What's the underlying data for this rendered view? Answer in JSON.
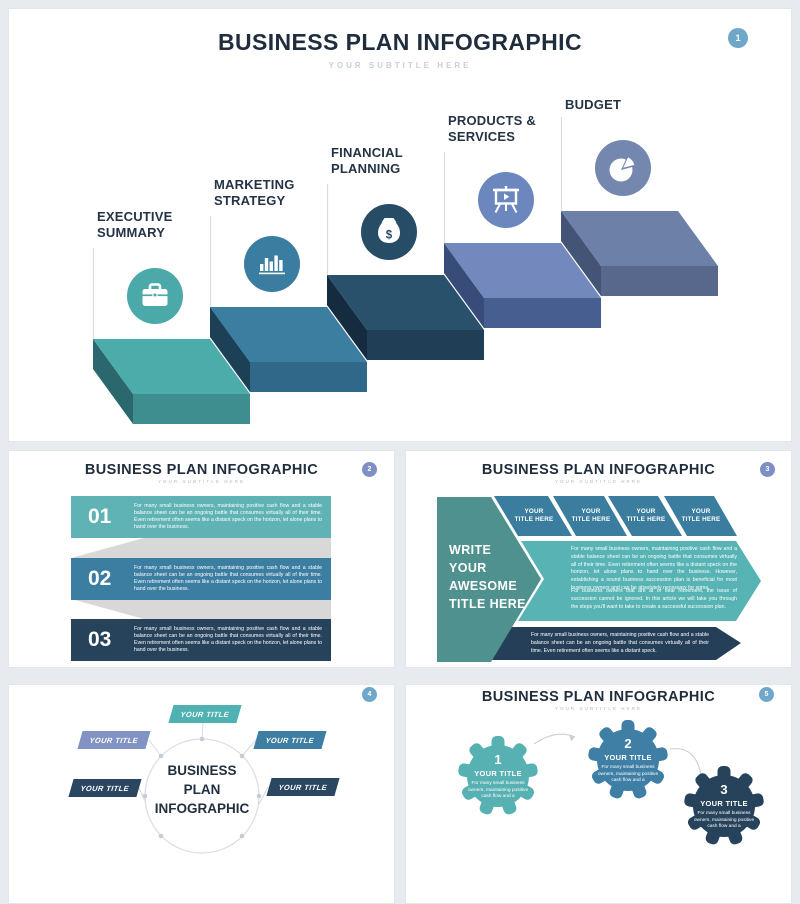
{
  "palette": {
    "teal": "#4BA9A9",
    "teal_light": "#58B3B5",
    "steel_blue": "#3A7DA0",
    "navy": "#264C66",
    "dark_navy": "#27435C",
    "periwinkle": "#6C87BE",
    "slate_blue": "#7487AE",
    "slate_light": "#8193C3",
    "arrow_teal": "#4E918E",
    "page_bg": "#E7EAEE",
    "badge_blue": "#6FA7C8",
    "badge_slate": "#7E90C3",
    "title_text": "#1F2D3D",
    "muted_text": "#C9CFD8",
    "ribbon_gray": "#D8D8D8",
    "line_gray": "#D9DDE2"
  },
  "slide1": {
    "page_num": "1",
    "title": "BUSINESS PLAN INFOGRAPHIC",
    "subtitle": "YOUR SUBTITLE HERE",
    "steps": [
      {
        "label": "EXECUTIVE\nSUMMARY",
        "icon": "briefcase-icon"
      },
      {
        "label": "MARKETING\nSTRATEGY",
        "icon": "bar-chart-icon"
      },
      {
        "label": "FINANCIAL\nPLANNING",
        "icon": "money-bag-icon"
      },
      {
        "label": "PRODUCTS &\nSERVICES",
        "icon": "presentation-icon"
      },
      {
        "label": "BUDGET",
        "icon": "pie-chart-icon"
      }
    ]
  },
  "slide2": {
    "page_num": "2",
    "title": "BUSINESS PLAN INFOGRAPHIC",
    "subtitle": "YOUR SUBTITLE HERE",
    "items": [
      {
        "num": "01",
        "text": "For many small business owners, maintaining positive cash flow and a stable balance sheet can be an ongoing battle that consumes virtually all of their time. Even retirement often seems like a distant speck on the horizon, let alone plans to hand over the business."
      },
      {
        "num": "02",
        "text": "For many small business owners, maintaining positive cash flow and a stable balance sheet can be an ongoing battle that consumes virtually all of their time. Even retirement often seems like a distant speck on the horizon, let alone plans to hand over the business."
      },
      {
        "num": "03",
        "text": "For many small business owners, maintaining positive cash flow and a stable balance sheet can be an ongoing battle that consumes virtually all of their time. Even retirement often seems like a distant speck on the horizon, let alone plans to hand over the business."
      }
    ]
  },
  "slide3": {
    "page_num": "3",
    "title": "BUSINESS PLAN INFOGRAPHIC",
    "subtitle": "YOUR SUBTITLE HERE",
    "arrow_title": "WRITE\nYOUR\nAWESOME\nTITLE HERE",
    "chevrons": [
      "YOUR\nTITLE HERE",
      "YOUR\nTITLE HERE",
      "YOUR\nTITLE HERE",
      "YOUR\nTITLE HERE"
    ],
    "band1_p1": "For many small business owners, maintaining positive cash flow and a stable balance sheet can be an ongoing battle that consumes virtually all of their time. Even retirement often seems like a distant speck on the horizon, let alone plans to hand over the business. However, establishing a sound business succession plan is beneficial for most business owners and can be absolutely necessary for some.",
    "band1_p2": "For business owners that are at or near retirement, the issue of succession cannot be ignored. In this article we will take you through the steps you'll want to take to create a successful succession plan.",
    "band2": "For many small business owners, maintaining positive cash flow and a stable balance sheet can be an ongoing battle that consumes virtually all of their time. Even retirement often seems like a distant speck."
  },
  "slide4": {
    "page_num": "4",
    "center_title": "BUSINESS\nPLAN\nINFOGRAPHIC",
    "labels": [
      "YOUR TITLE",
      "YOUR TITLE",
      "YOUR TITLE",
      "YOUR TITLE",
      "YOUR TITLE"
    ]
  },
  "slide5": {
    "page_num": "5",
    "title": "BUSINESS PLAN INFOGRAPHIC",
    "subtitle": "YOUR SUBTITLE HERE",
    "gears": [
      {
        "num": "1",
        "title": "YOUR TITLE",
        "text": "For many small business owners, maintaining positive cash flow and a"
      },
      {
        "num": "2",
        "title": "YOUR TITLE",
        "text": "For many small business owners, maintaining positive cash flow and a"
      },
      {
        "num": "3",
        "title": "YOUR TITLE",
        "text": "For many small business owners, maintaining positive cash flow and a"
      }
    ]
  }
}
